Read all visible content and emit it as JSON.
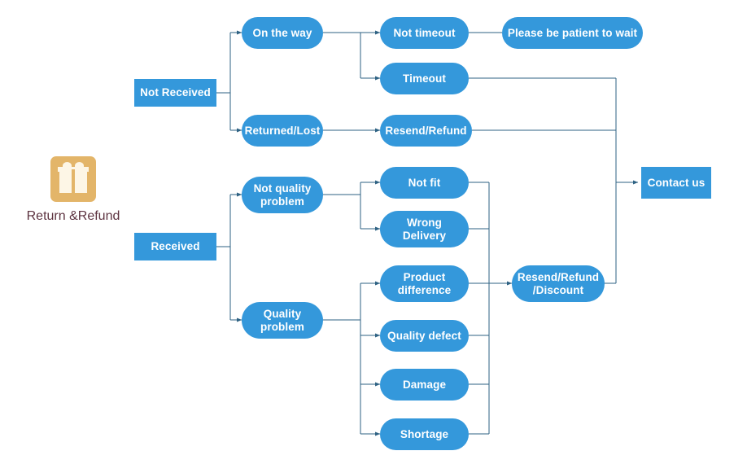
{
  "diagram": {
    "title": "Return &Refund",
    "background": "#ffffff",
    "node_color": "#3498db",
    "node_text_color": "#ffffff",
    "edge_color": "#2e6283",
    "root_label_color": "#5d3340",
    "icon_color": "#e3b569",
    "icon_name": "gift-box-icon"
  },
  "nodes": {
    "root": {
      "label": "Return &Refund"
    },
    "not_received": {
      "label": "Not Received",
      "shape": "rect"
    },
    "received": {
      "label": "Received",
      "shape": "rect"
    },
    "on_the_way": {
      "label": "On the way",
      "shape": "pill"
    },
    "returned_lost": {
      "label": "Returned/Lost",
      "shape": "pill"
    },
    "not_timeout": {
      "label": "Not timeout",
      "shape": "pill"
    },
    "timeout": {
      "label": "Timeout",
      "shape": "pill"
    },
    "please_wait": {
      "label": "Please be patient to wait",
      "shape": "pill"
    },
    "resend_refund": {
      "label": "Resend/Refund",
      "shape": "pill"
    },
    "not_quality_problem": {
      "label": "Not quality problem",
      "shape": "pill"
    },
    "quality_problem": {
      "label": "Quality problem",
      "shape": "pill"
    },
    "not_fit": {
      "label": "Not fit",
      "shape": "pill"
    },
    "wrong_delivery": {
      "label": "Wrong Delivery",
      "shape": "pill"
    },
    "product_difference": {
      "label": "Product difference",
      "shape": "pill"
    },
    "quality_defect": {
      "label": "Quality defect",
      "shape": "pill"
    },
    "damage": {
      "label": "Damage",
      "shape": "pill"
    },
    "shortage": {
      "label": "Shortage",
      "shape": "pill"
    },
    "resend_refund_discount": {
      "label": "Resend/Refund /Discount",
      "shape": "pill"
    },
    "contact_us": {
      "label": "Contact us",
      "shape": "rect"
    }
  }
}
